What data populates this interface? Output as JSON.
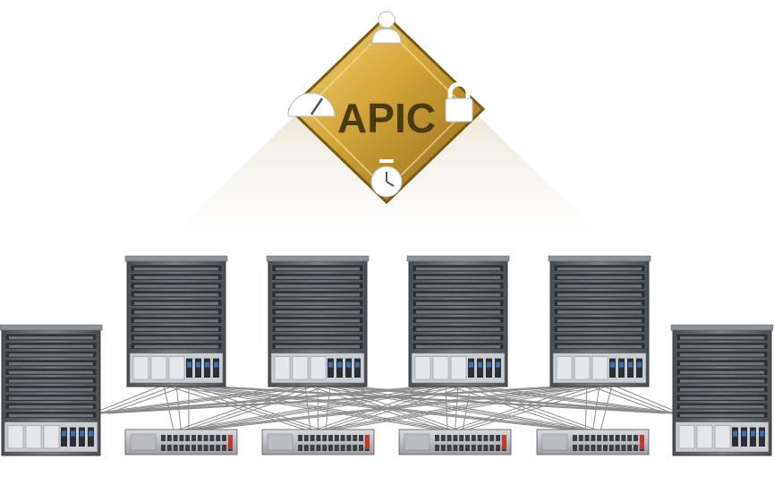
{
  "controller": {
    "label": "APIC",
    "badge_icons": [
      "user-icon",
      "lock-icon",
      "clock-icon",
      "gauge-icon"
    ]
  },
  "colors": {
    "apic_gold": "#c9a030",
    "apic_dark": "#8a6518",
    "apic_text": "#4a3a12",
    "beam": "#d9cfb8",
    "chassis": "#5b5f63",
    "cable": "#8c8c8c"
  },
  "fabric": {
    "spines": [
      {
        "id": "spine-1"
      },
      {
        "id": "spine-2"
      },
      {
        "id": "spine-3"
      },
      {
        "id": "spine-4"
      }
    ],
    "edge_chassis": [
      {
        "id": "edge-left"
      },
      {
        "id": "edge-right"
      }
    ],
    "leaves": [
      {
        "id": "leaf-1"
      },
      {
        "id": "leaf-2"
      },
      {
        "id": "leaf-3"
      },
      {
        "id": "leaf-4"
      }
    ]
  }
}
